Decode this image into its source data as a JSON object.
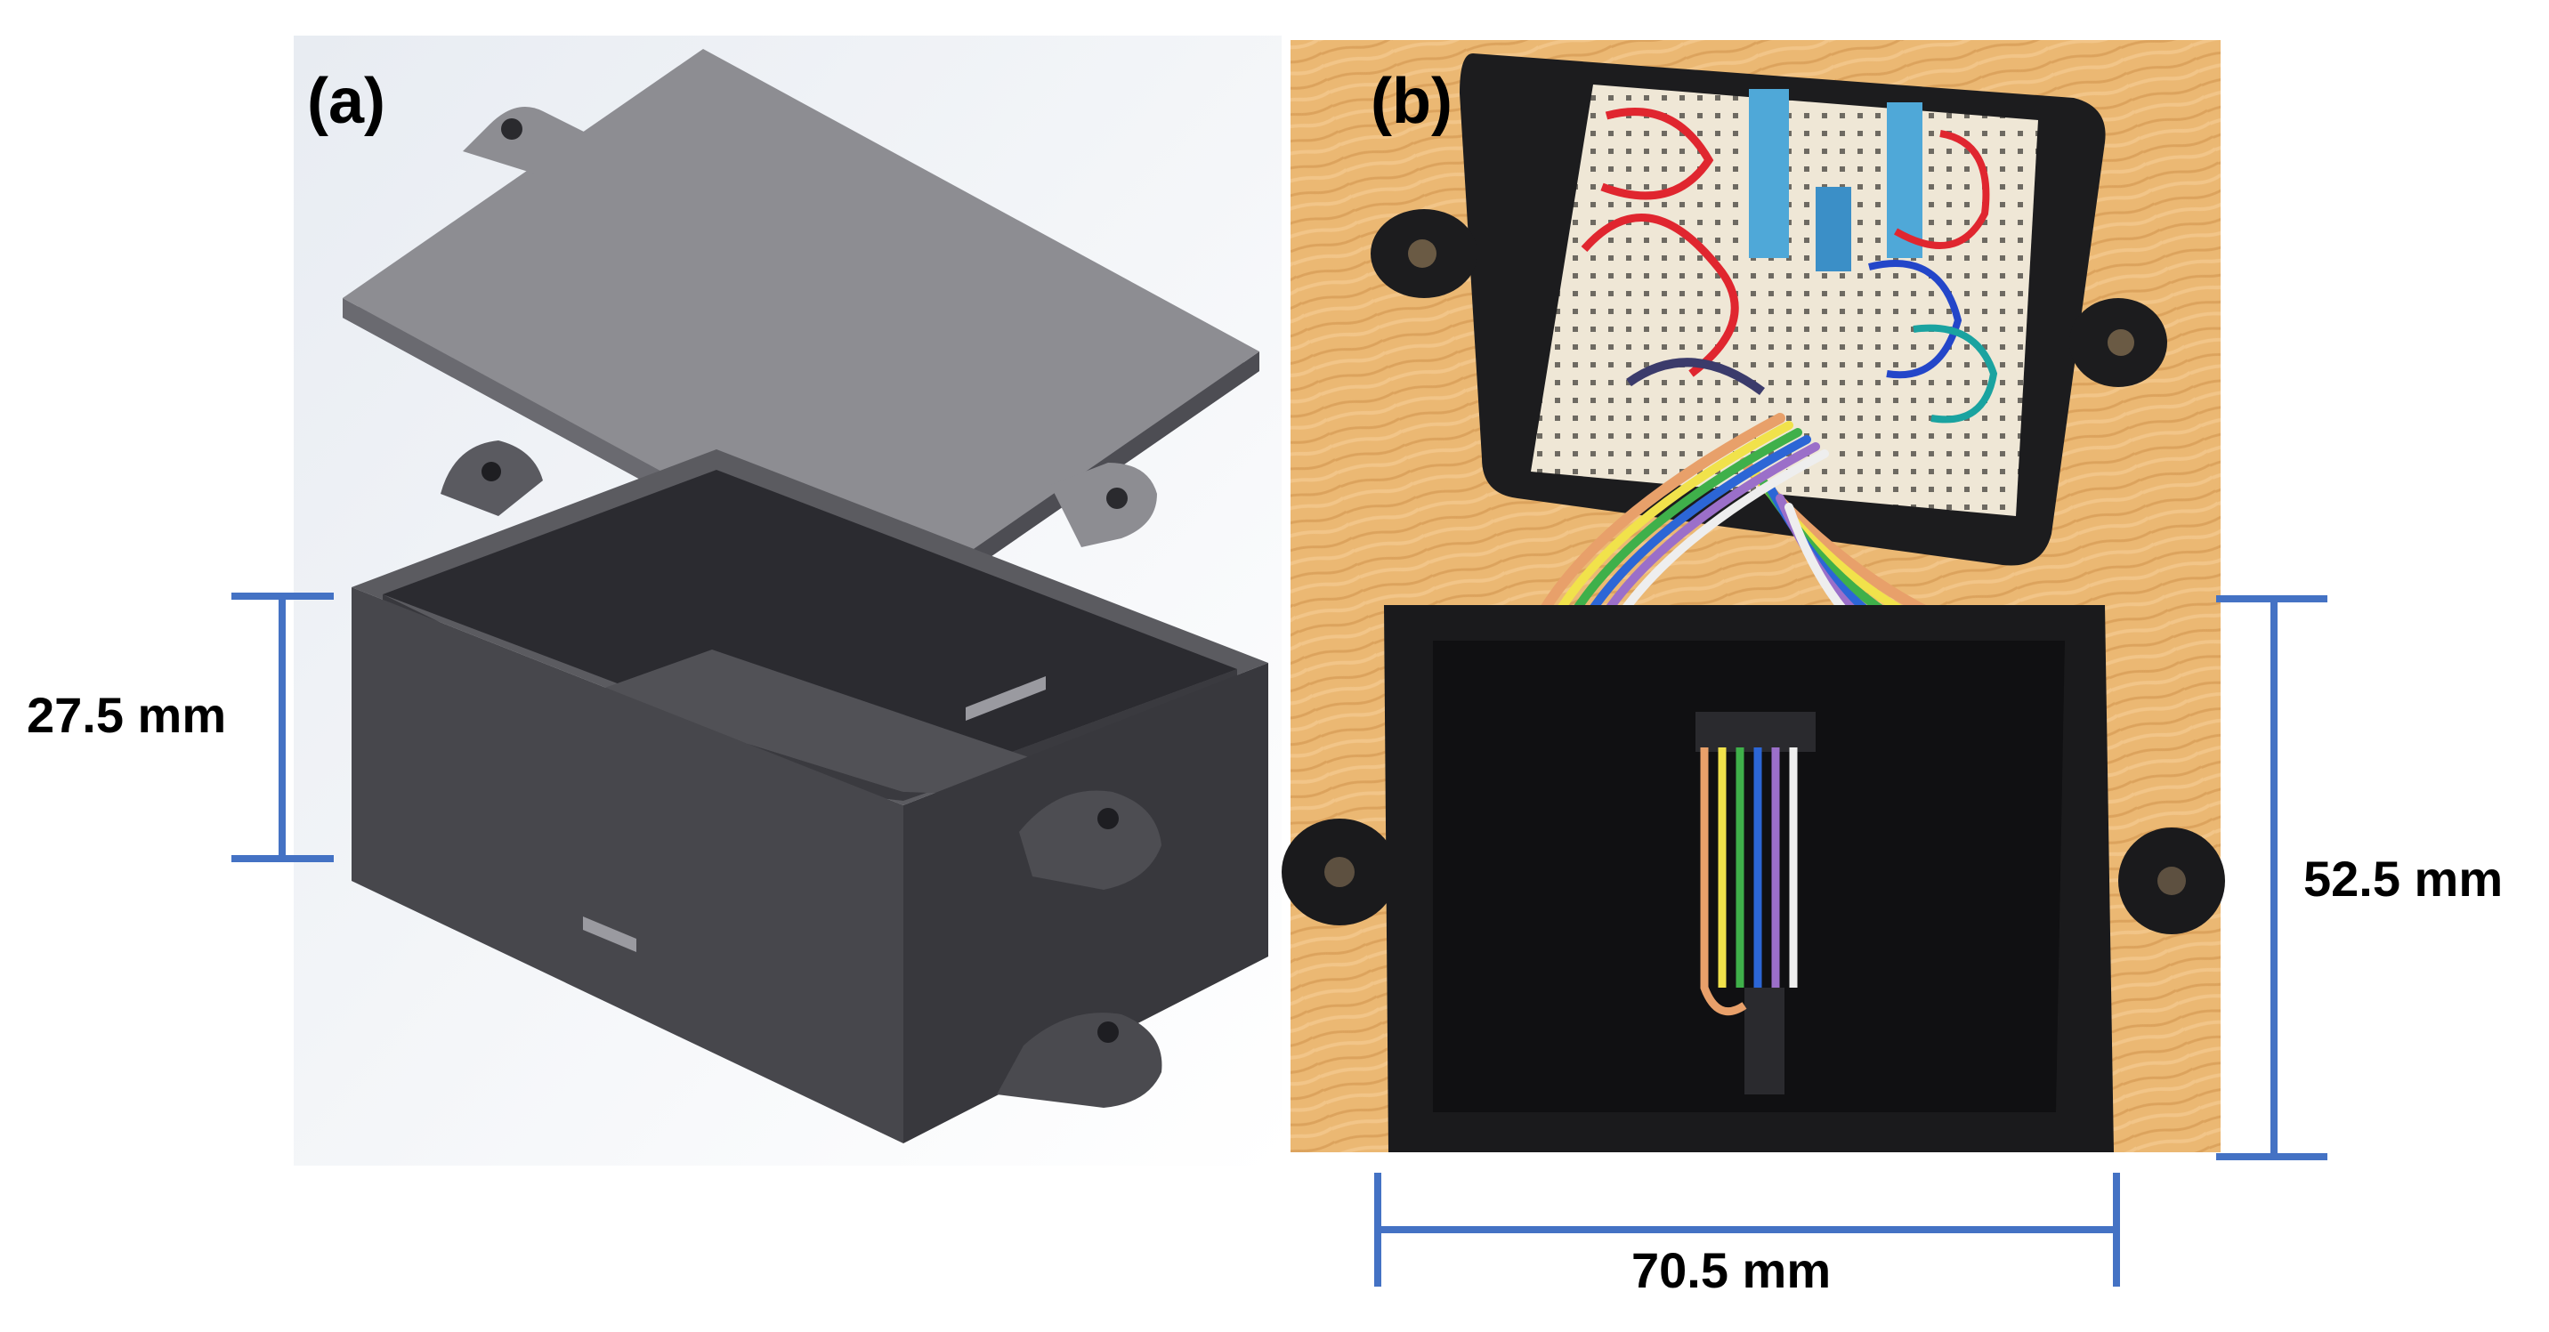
{
  "panels": {
    "a": {
      "label": "(a)"
    },
    "b": {
      "label": "(b)"
    }
  },
  "dimensions": {
    "height_left": "27.5 mm",
    "height_right": "52.5 mm",
    "width_bottom": "70.5 mm"
  },
  "colors": {
    "dimension_line": "#4472c4",
    "box_top": "#8c8c90",
    "box_dark": "#3d3d42",
    "wood": "#e9b46e",
    "enclosure": "#1b1b1d",
    "breadboard": "#efe6d4"
  }
}
